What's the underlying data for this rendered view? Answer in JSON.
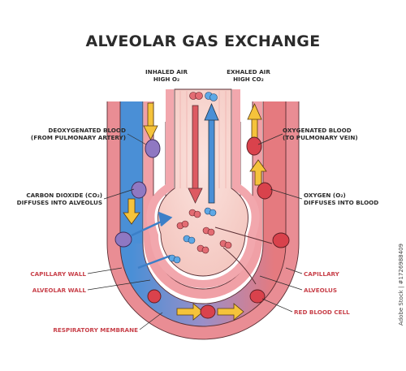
{
  "title": "ALVEOLAR GAS EXCHANGE",
  "labels": {
    "inhaled": [
      "INHALED AIR",
      "HIGH O₂"
    ],
    "exhaled": [
      "EXHALED AIR",
      "HIGH CO₂"
    ],
    "deoxy": [
      "DEOXYGENATED BLOOD",
      "(FROM PULMONARY ARTERY)"
    ],
    "oxy": [
      "OXYGENATED BLOOD",
      "(TO PULMONARY VEIN)"
    ],
    "co2_diffuse": [
      "CARBON DIOXIDE (CO₂)",
      "DIFFUSES INTO ALVEOLUS"
    ],
    "o2_diffuse": [
      "OXYGEN (O₂)",
      "DIFFUSES INTO BLOOD"
    ],
    "capillary_wall": "CAPILLARY WALL",
    "alveolar_wall": "ALVEOLAR WALL",
    "respiratory_membrane": "RESPIRATORY MEMBRANE",
    "capillary": "CAPILLARY",
    "alveolus": "ALVEOLUS",
    "red_blood_cell": "RED BLOOD CELL"
  },
  "watermark": "Adobe Stock | #1726988409",
  "colors": {
    "deoxygenated_blood": "#4a8fd6",
    "oxygenated_blood": "#e57a7f",
    "red_label": "#c8414a",
    "wall": "#f0a0a6",
    "alveolus_fill": "#f8d7d2",
    "yellow_arrow": "#f5c33b"
  }
}
